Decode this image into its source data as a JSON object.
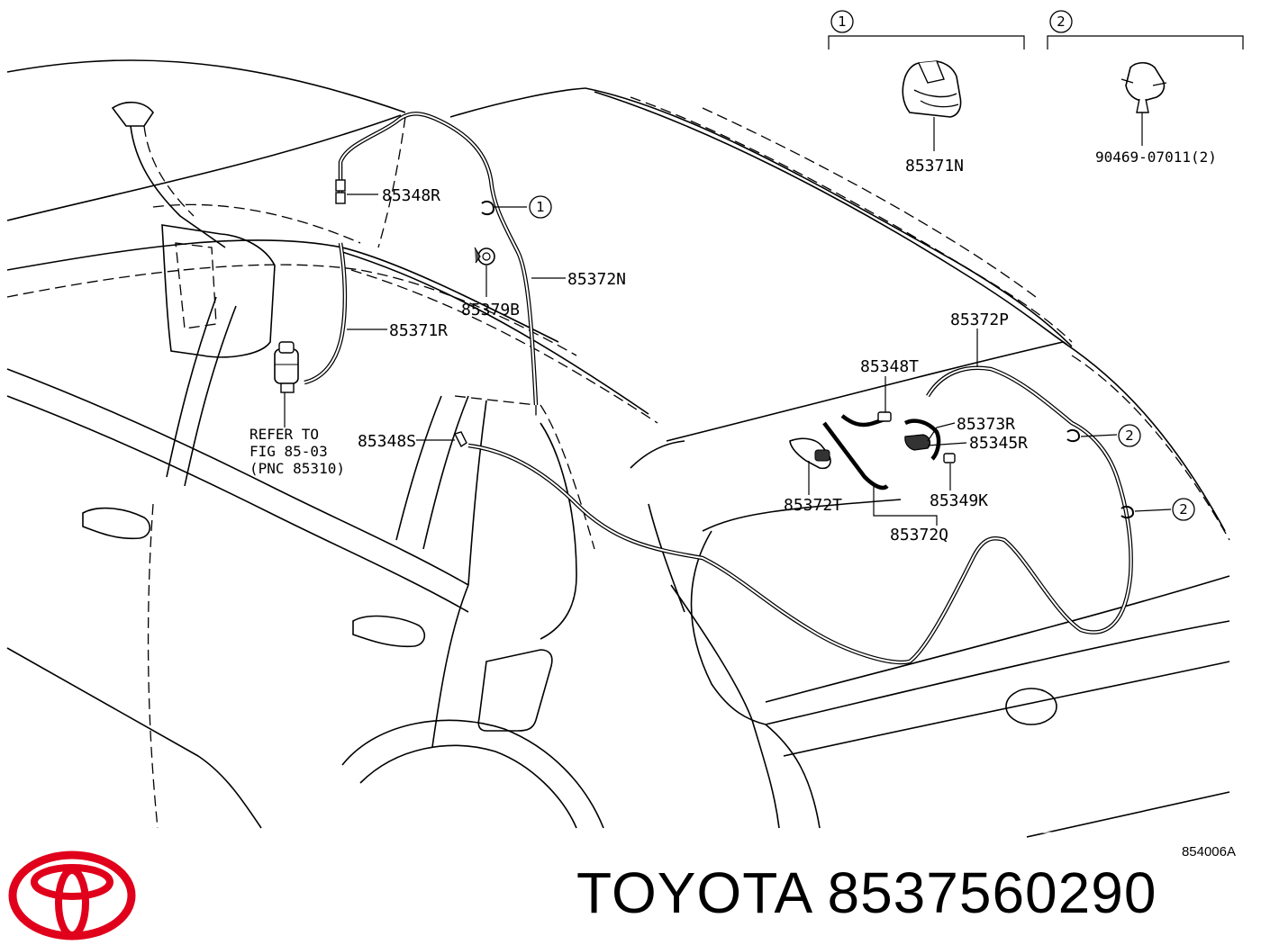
{
  "callouts": {
    "one": "1",
    "two": "2"
  },
  "parts": {
    "p85348R": "85348R",
    "p85372N": "85372N",
    "p85379B": "85379B",
    "p85371R": "85371R",
    "p85348S": "85348S",
    "p85372P": "85372P",
    "p85348T": "85348T",
    "p85373R": "85373R",
    "p85345R": "85345R",
    "p85372T": "85372T",
    "p85349K": "85349K",
    "p85372Q": "85372Q",
    "p85371N": "85371N",
    "p90469": "90469-07011(2)"
  },
  "refer_note": {
    "line1": "REFER TO",
    "line2": "FIG 85-03",
    "line3": "(PNC 85310)"
  },
  "figure_code": "854006A",
  "brand": {
    "name": "TOYOTA",
    "part_number": "8537560290",
    "text": "TOYOTA 8537560290",
    "logo_color": "#e0001b",
    "logo_icon": "toyota-logo-icon"
  }
}
